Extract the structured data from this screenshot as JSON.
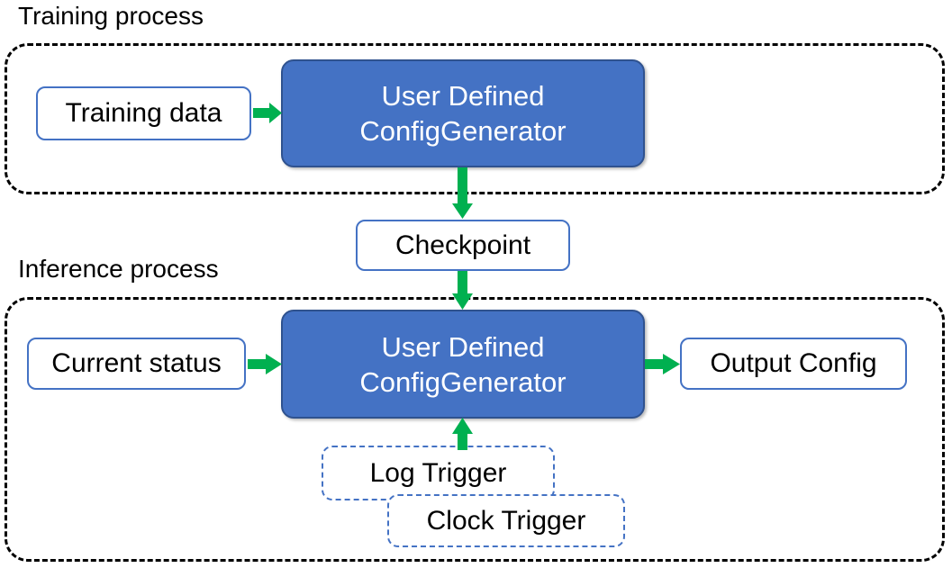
{
  "diagram": {
    "title_visible": false,
    "colors": {
      "primary_box_fill": "#4472C4",
      "primary_box_stroke": "#2F528F",
      "plain_box_stroke": "#4472C4",
      "trigger_box_stroke": "#4472C4",
      "arrow": "#00B050",
      "container_stroke": "#000000",
      "background": "#FFFFFF",
      "text_dark": "#000000",
      "text_light": "#FFFFFF"
    },
    "sections": [
      {
        "id": "training",
        "caption": "Training process"
      },
      {
        "id": "inference",
        "caption": "Inference process"
      }
    ],
    "nodes": [
      {
        "id": "training-data",
        "label": "Training data",
        "style": "plain"
      },
      {
        "id": "udcg-training",
        "label": "User Defined\nConfigGenerator",
        "line1": "User Defined",
        "line2": "ConfigGenerator",
        "style": "primary"
      },
      {
        "id": "checkpoint",
        "label": "Checkpoint",
        "style": "plain"
      },
      {
        "id": "current-status",
        "label": "Current status",
        "style": "plain"
      },
      {
        "id": "udcg-inference",
        "label": "User Defined\nConfigGenerator",
        "line1": "User Defined",
        "line2": "ConfigGenerator",
        "style": "primary"
      },
      {
        "id": "output-config",
        "label": "Output Config",
        "style": "plain"
      },
      {
        "id": "log-trigger",
        "label": "Log Trigger",
        "style": "trigger-dashed"
      },
      {
        "id": "clock-trigger",
        "label": "Clock Trigger",
        "style": "trigger-dashed"
      }
    ],
    "edges": [
      {
        "id": "training-data-to-udcg",
        "from": "training-data",
        "to": "udcg-training",
        "direction": "right"
      },
      {
        "id": "udcg-to-checkpoint",
        "from": "udcg-training",
        "to": "checkpoint",
        "direction": "down"
      },
      {
        "id": "checkpoint-to-udcg",
        "from": "checkpoint",
        "to": "udcg-inference",
        "direction": "down"
      },
      {
        "id": "current-status-to-udcg",
        "from": "current-status",
        "to": "udcg-inference",
        "direction": "right"
      },
      {
        "id": "udcg-to-output-config",
        "from": "udcg-inference",
        "to": "output-config",
        "direction": "right"
      },
      {
        "id": "triggers-to-udcg",
        "from": "log-trigger",
        "to": "udcg-inference",
        "direction": "up"
      }
    ]
  }
}
